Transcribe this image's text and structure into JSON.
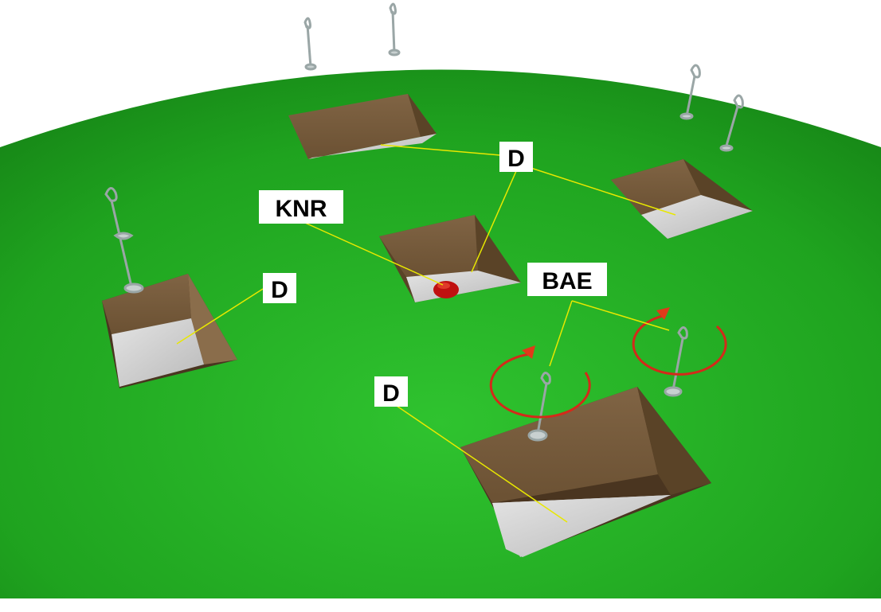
{
  "labels": {
    "d_top": "D",
    "knr": "KNR",
    "d_left": "D",
    "bae": "BAE",
    "d_bottom": "D"
  },
  "colors": {
    "ground": "#1f9a1f",
    "ground_light": "#2fc32f",
    "pit_wall": "#7a5f3f",
    "pit_wall_dark": "#5a4327",
    "pit_floor": "#c9c9c9",
    "callout_line": "#e8e800",
    "rotation_arrow": "#d42a1a",
    "knr_object": "#c01010",
    "anchor_metal": "#b9c3c3"
  },
  "icons": [
    "ground-anchor-icon",
    "rotation-arrow-icon",
    "knr-object-icon"
  ]
}
